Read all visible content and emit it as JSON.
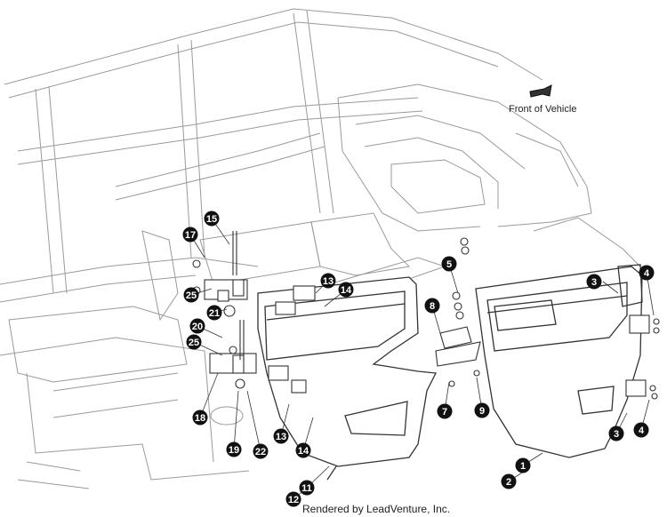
{
  "diagram": {
    "front_label": "Front of Vehicle",
    "credit": "Rendered by LeadVenture, Inc.",
    "callouts": [
      "1",
      "2",
      "3",
      "3",
      "4",
      "4",
      "5",
      "7",
      "8",
      "9",
      "11",
      "12",
      "13",
      "13",
      "14",
      "14",
      "15",
      "17",
      "18",
      "19",
      "20",
      "21",
      "22",
      "25",
      "25"
    ]
  },
  "colors": {
    "line": "#555555",
    "faint": "#9a9a9a",
    "callout": "#111111"
  }
}
